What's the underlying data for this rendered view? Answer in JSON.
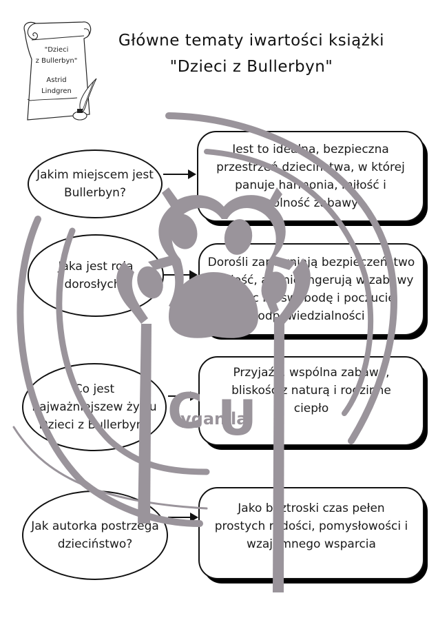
{
  "header": {
    "title_line1": "Główne tematy iwartości książki",
    "title_line2": "\"Dzieci z Bullerbyn\"",
    "scroll_illustration": {
      "line1": "\"Dzieci",
      "line2": "z Bullerbyn\"",
      "line3": "Astrid",
      "line4": "Lindgren"
    }
  },
  "rows": [
    {
      "question": "Jakim miejscem jest Bullerbyn?",
      "answer": "Jest to idealna, bezpieczna przestrzeń dzieciństwa, w której panuje harmonia, miłość i wolność zabawy"
    },
    {
      "question": "Jaka jest rola dorosłych?",
      "answer": "Dorośli zapewniają bezpieczeństwo i miłość, ale nie ingerują w zabawy dając im swobodę i poczucie odpowiedzialności"
    },
    {
      "question": "Co jest najważniejszew życiu Dzieci z Bullerbyn?",
      "answer": "Przyjaźń, wspólna zabawa, bliskość z naturą i rodzinne ciepło"
    },
    {
      "question": "Jak autorka postrzega dzieciństwo?",
      "answer": "Jako beztroski czas pełen prostych radości, pomysłowości i wzajemnego wsparcia"
    }
  ],
  "watermark": {
    "big_letter_1": "C",
    "big_letter_2": "U",
    "small_text_1": "ygan",
    "small_text_2": "la",
    "color": "#9a949b"
  },
  "colors": {
    "ink": "#111111",
    "background": "#ffffff",
    "watermark": "#9a949b"
  }
}
